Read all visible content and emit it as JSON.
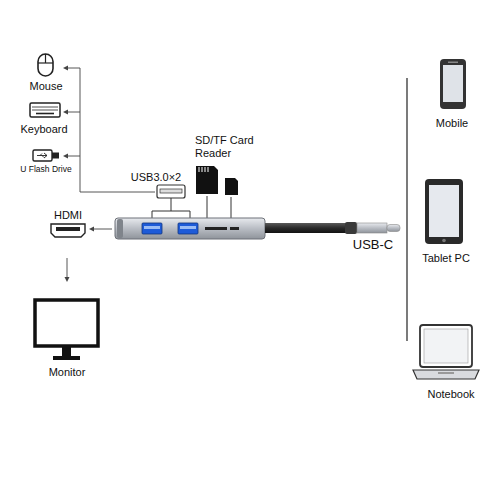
{
  "diagram": {
    "labels": [
      "Mouse",
      "Keyboard",
      "U Flash Drive",
      "USB3.0×2",
      "SD/TF Card Reader",
      "HDMI",
      "Monitor",
      "USB-C",
      "Mobile",
      "Tablet PC",
      "Notebook"
    ]
  }
}
